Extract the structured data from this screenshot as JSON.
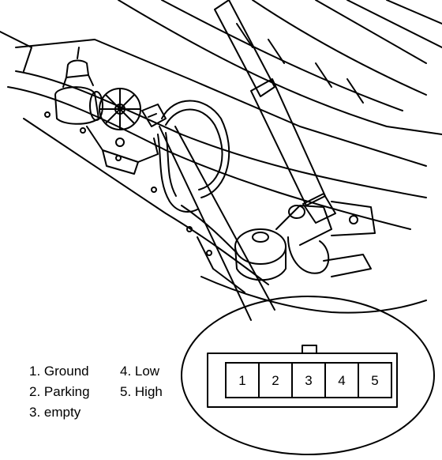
{
  "legend": {
    "items": [
      {
        "label": "1. Ground"
      },
      {
        "label": "2. Parking"
      },
      {
        "label": "3. empty"
      },
      {
        "label": "4. Low"
      },
      {
        "label": "5. High"
      }
    ]
  },
  "connector": {
    "pins": [
      {
        "label": "1"
      },
      {
        "label": "2"
      },
      {
        "label": "3"
      },
      {
        "label": "4"
      },
      {
        "label": "5"
      }
    ]
  }
}
